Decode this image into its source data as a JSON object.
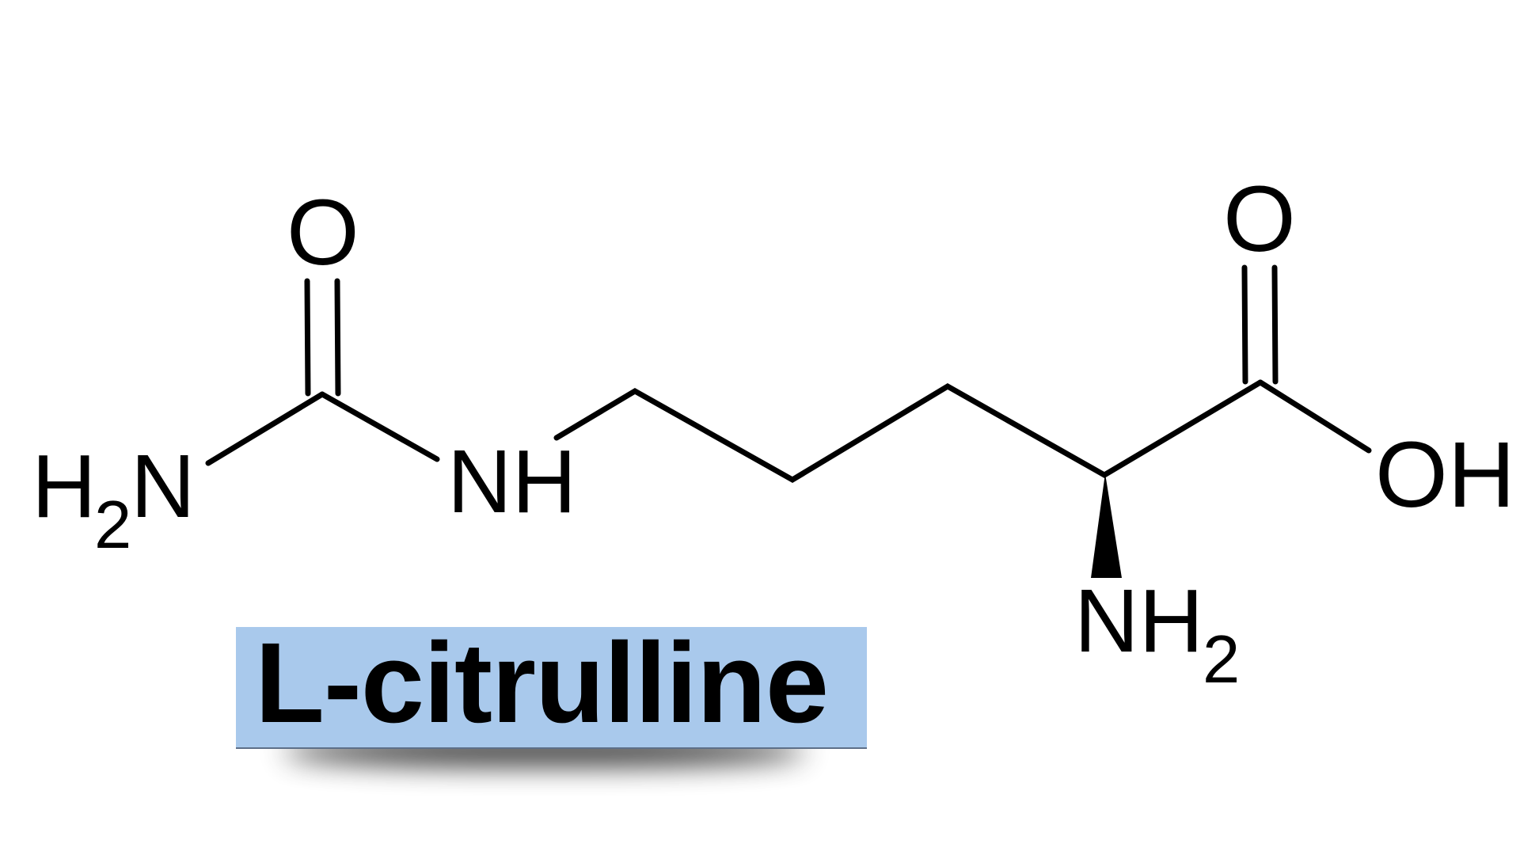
{
  "title": "L-citrulline",
  "colors": {
    "background": "#ffffff",
    "bond": "#000000",
    "label_box": "#a9c9ec",
    "label_text": "#000000"
  },
  "structure": {
    "name": "L-citrulline",
    "atoms": [
      {
        "id": "n_urea_amine",
        "label": "H",
        "sub": "2",
        "suffix": "N",
        "display": "H2N"
      },
      {
        "id": "o_urea",
        "label": "O",
        "display": "O"
      },
      {
        "id": "n_urea_imine",
        "label": "NH",
        "display": "NH"
      },
      {
        "id": "o_carbonyl",
        "label": "O",
        "display": "O"
      },
      {
        "id": "o_hydroxyl",
        "label": "OH",
        "display": "OH"
      },
      {
        "id": "n_alpha_amine",
        "label": "NH",
        "sub": "2",
        "display": "NH2"
      }
    ],
    "bonds": [
      {
        "from": "H2N",
        "to": "C_urea",
        "order": 1
      },
      {
        "from": "C_urea",
        "to": "O",
        "order": 2
      },
      {
        "from": "C_urea",
        "to": "NH",
        "order": 1
      },
      {
        "from": "NH",
        "to": "C5",
        "order": 1
      },
      {
        "from": "C5",
        "to": "C4",
        "order": 1
      },
      {
        "from": "C4",
        "to": "C3",
        "order": 1
      },
      {
        "from": "C3",
        "to": "C2_alpha",
        "order": 1
      },
      {
        "from": "C2_alpha",
        "to": "C1_carboxyl",
        "order": 1
      },
      {
        "from": "C1_carboxyl",
        "to": "O",
        "order": 2
      },
      {
        "from": "C1_carboxyl",
        "to": "OH",
        "order": 1
      },
      {
        "from": "C2_alpha",
        "to": "NH2",
        "order": 1,
        "stereo": "wedge"
      }
    ]
  },
  "labels": {
    "h2n_main_h": "H",
    "h2n_sub": "2",
    "h2n_main_n": "N",
    "urea_o": "O",
    "urea_nh": "NH",
    "carboxyl_o": "O",
    "carboxyl_oh": "OH",
    "alpha_nh": "NH",
    "alpha_sub": "2"
  },
  "name_label": {
    "text": "L-citrulline"
  }
}
